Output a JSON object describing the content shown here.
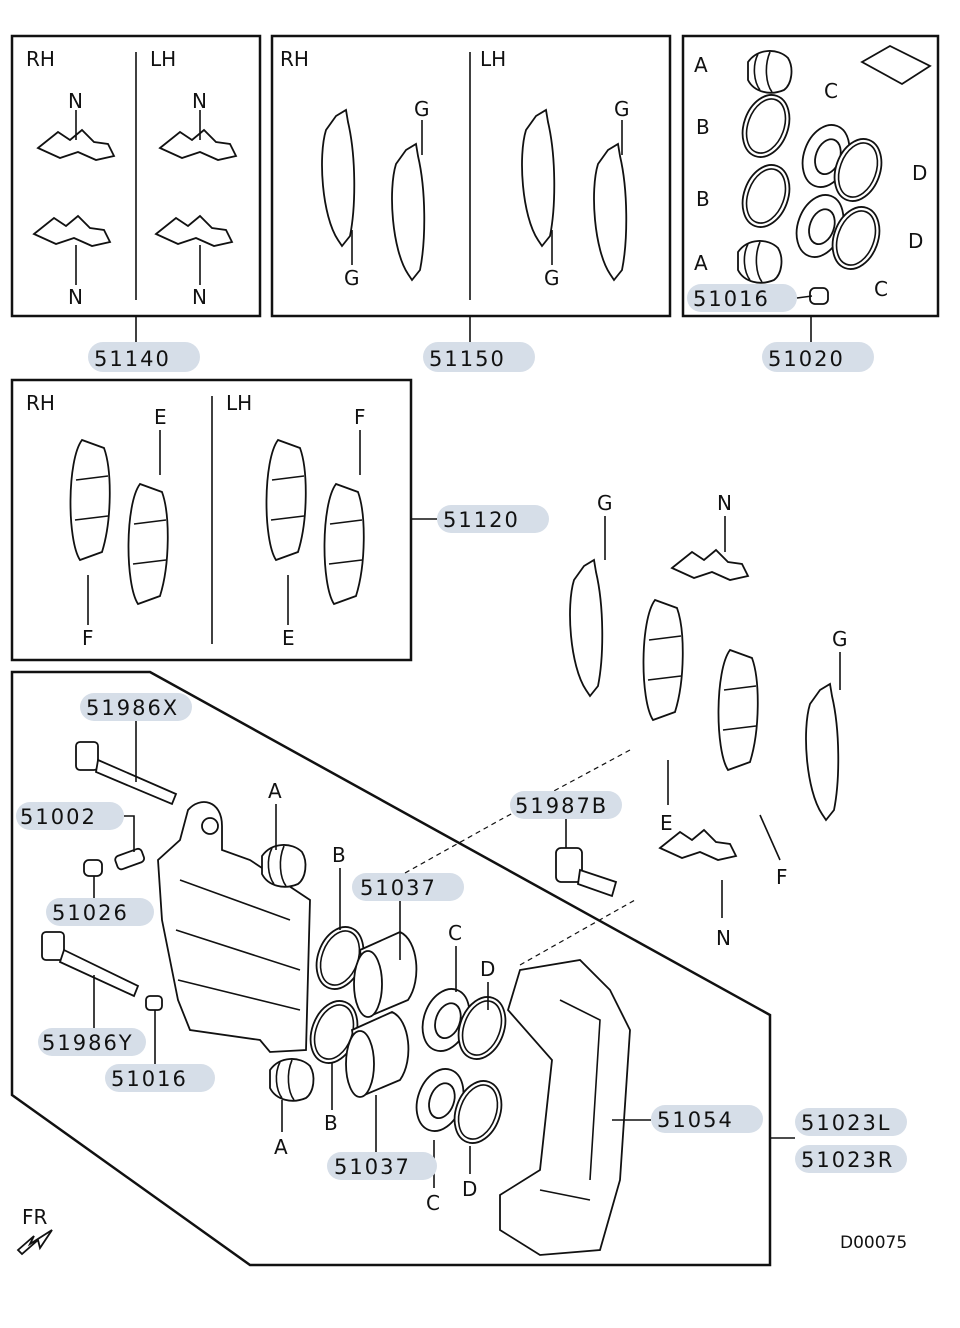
{
  "letters": {
    "RH": "RH",
    "LH": "LH",
    "N": "N",
    "G": "G",
    "A": "A",
    "B": "B",
    "C": "C",
    "D": "D",
    "E": "E",
    "F": "F"
  },
  "parts": {
    "p51140": "51140",
    "p51150": "51150",
    "p51020": "51020",
    "p51016": "51016",
    "p51120": "51120",
    "p51986X": "51986X",
    "p51002": "51002",
    "p51026": "51026",
    "p51986Y": "51986Y",
    "p51987B": "51987B",
    "p51037": "51037",
    "p51054": "51054",
    "p51023L": "51023L",
    "p51023R": "51023R"
  },
  "diagram_code": "D00075",
  "fr_label": "FR"
}
